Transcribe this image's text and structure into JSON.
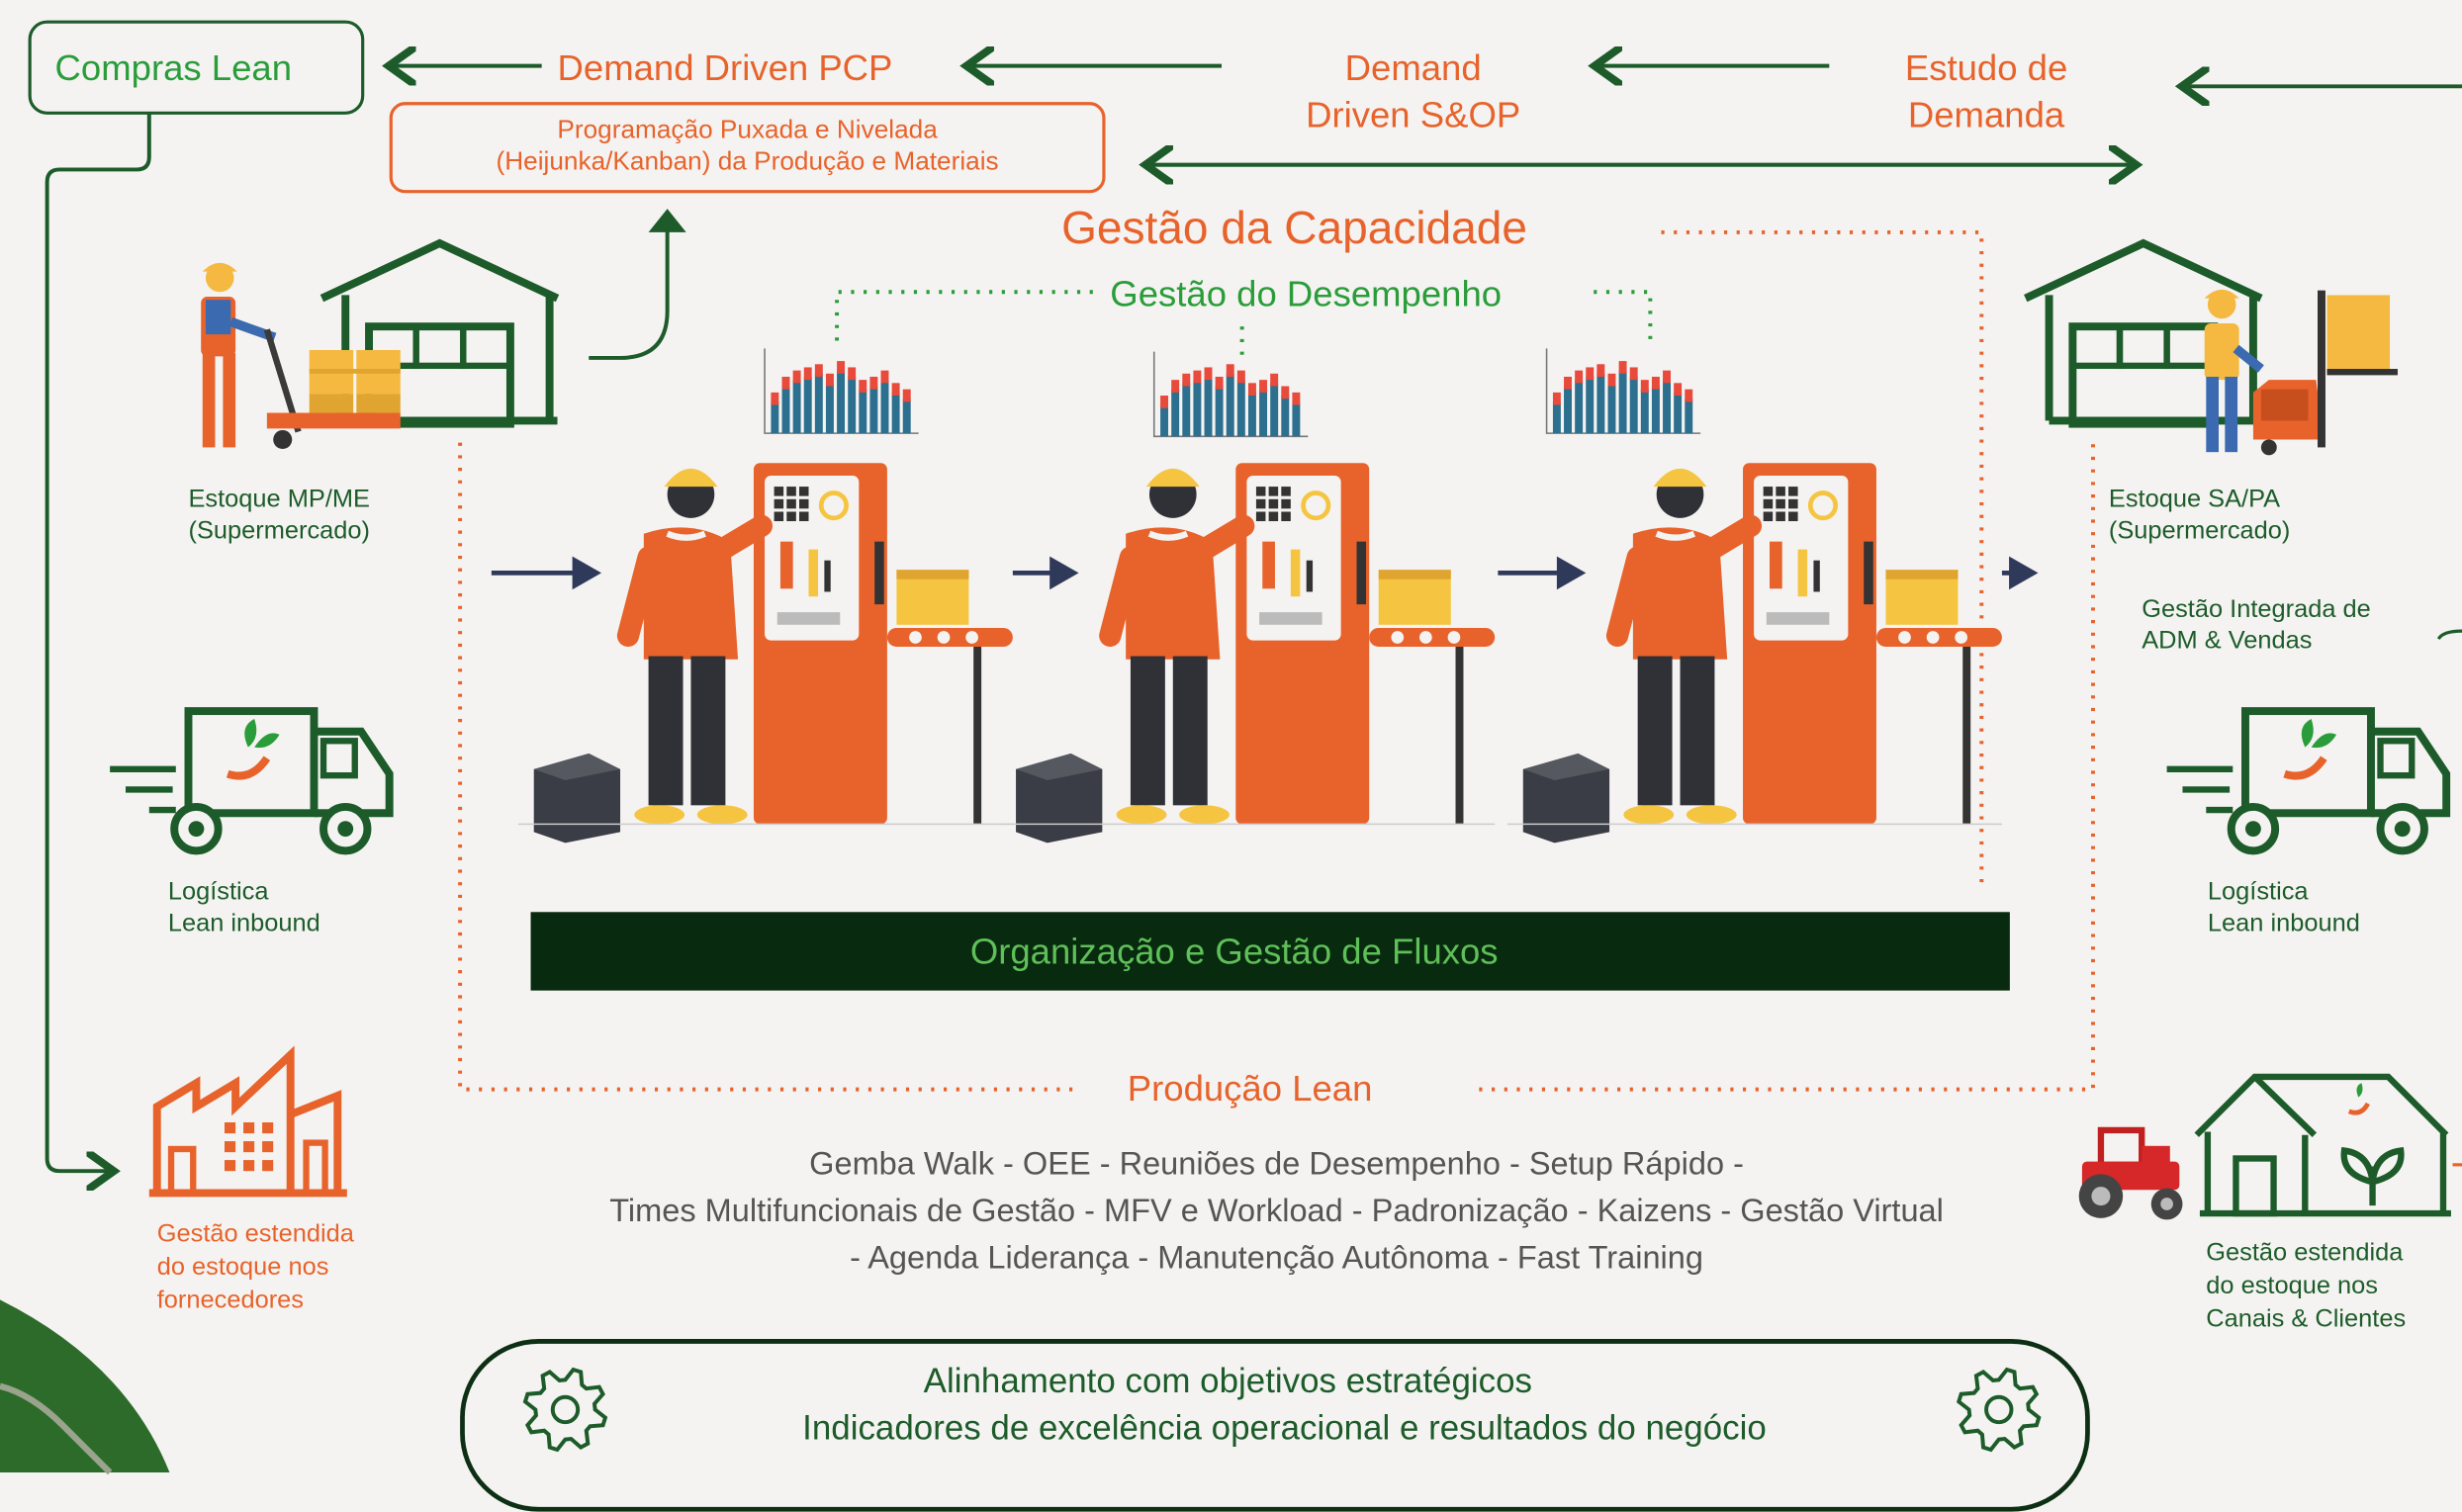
{
  "top": {
    "compras": "Compras Lean",
    "pcp": "Demand Driven PCP",
    "pcp_sub1": "Programação Puxada e Nivelada",
    "pcp_sub2": "(Heijunka/Kanban) da Produção e Materiais",
    "sop1": "Demand",
    "sop2": "Driven S&OP",
    "estudo1": "Estudo de",
    "estudo2": "Demanda"
  },
  "center": {
    "capacidade": "Gestão da Capacidade",
    "desempenho": "Gestão do Desempenho",
    "fluxos": "Organização e Gestão de Fluxos",
    "producao": "Produção Lean",
    "tools1": "Gemba Walk - OEE - Reuniões de Desempenho - Setup Rápido -",
    "tools2": "Times Multifuncionais de Gestão - MFV e Workload - Padronização - Kaizens - Gestão Virtual",
    "tools3": "- Agenda Liderança - Manutenção Autônoma - Fast Training"
  },
  "left": {
    "estoque1": "Estoque MP/ME",
    "estoque2": "(Supermercado)",
    "log1": "Logística",
    "log2": "Lean inbound",
    "forn1": "Gestão estendida",
    "forn2": "do estoque nos",
    "forn3": "fornecedores"
  },
  "right": {
    "estoque1": "Estoque SA/PA",
    "estoque2": "(Supermercado)",
    "adm1": "Gestão Integrada de",
    "adm2": "ADM & Vendas",
    "log1": "Logística",
    "log2": "Lean inbound",
    "cli1": "Gestão estendida",
    "cli2": "do estoque nos",
    "cli3": "Canais & Clientes"
  },
  "bottom": {
    "line1": "Alinhamento com objetivos estratégicos",
    "line2": "Indicadores de excelência operacional e resultados do negócio"
  },
  "colors": {
    "green_dark": "#1d5c2a",
    "green": "#2a9d3a",
    "orange": "#e8632b",
    "navy": "#2f3a5a",
    "yellow": "#f5c542"
  }
}
